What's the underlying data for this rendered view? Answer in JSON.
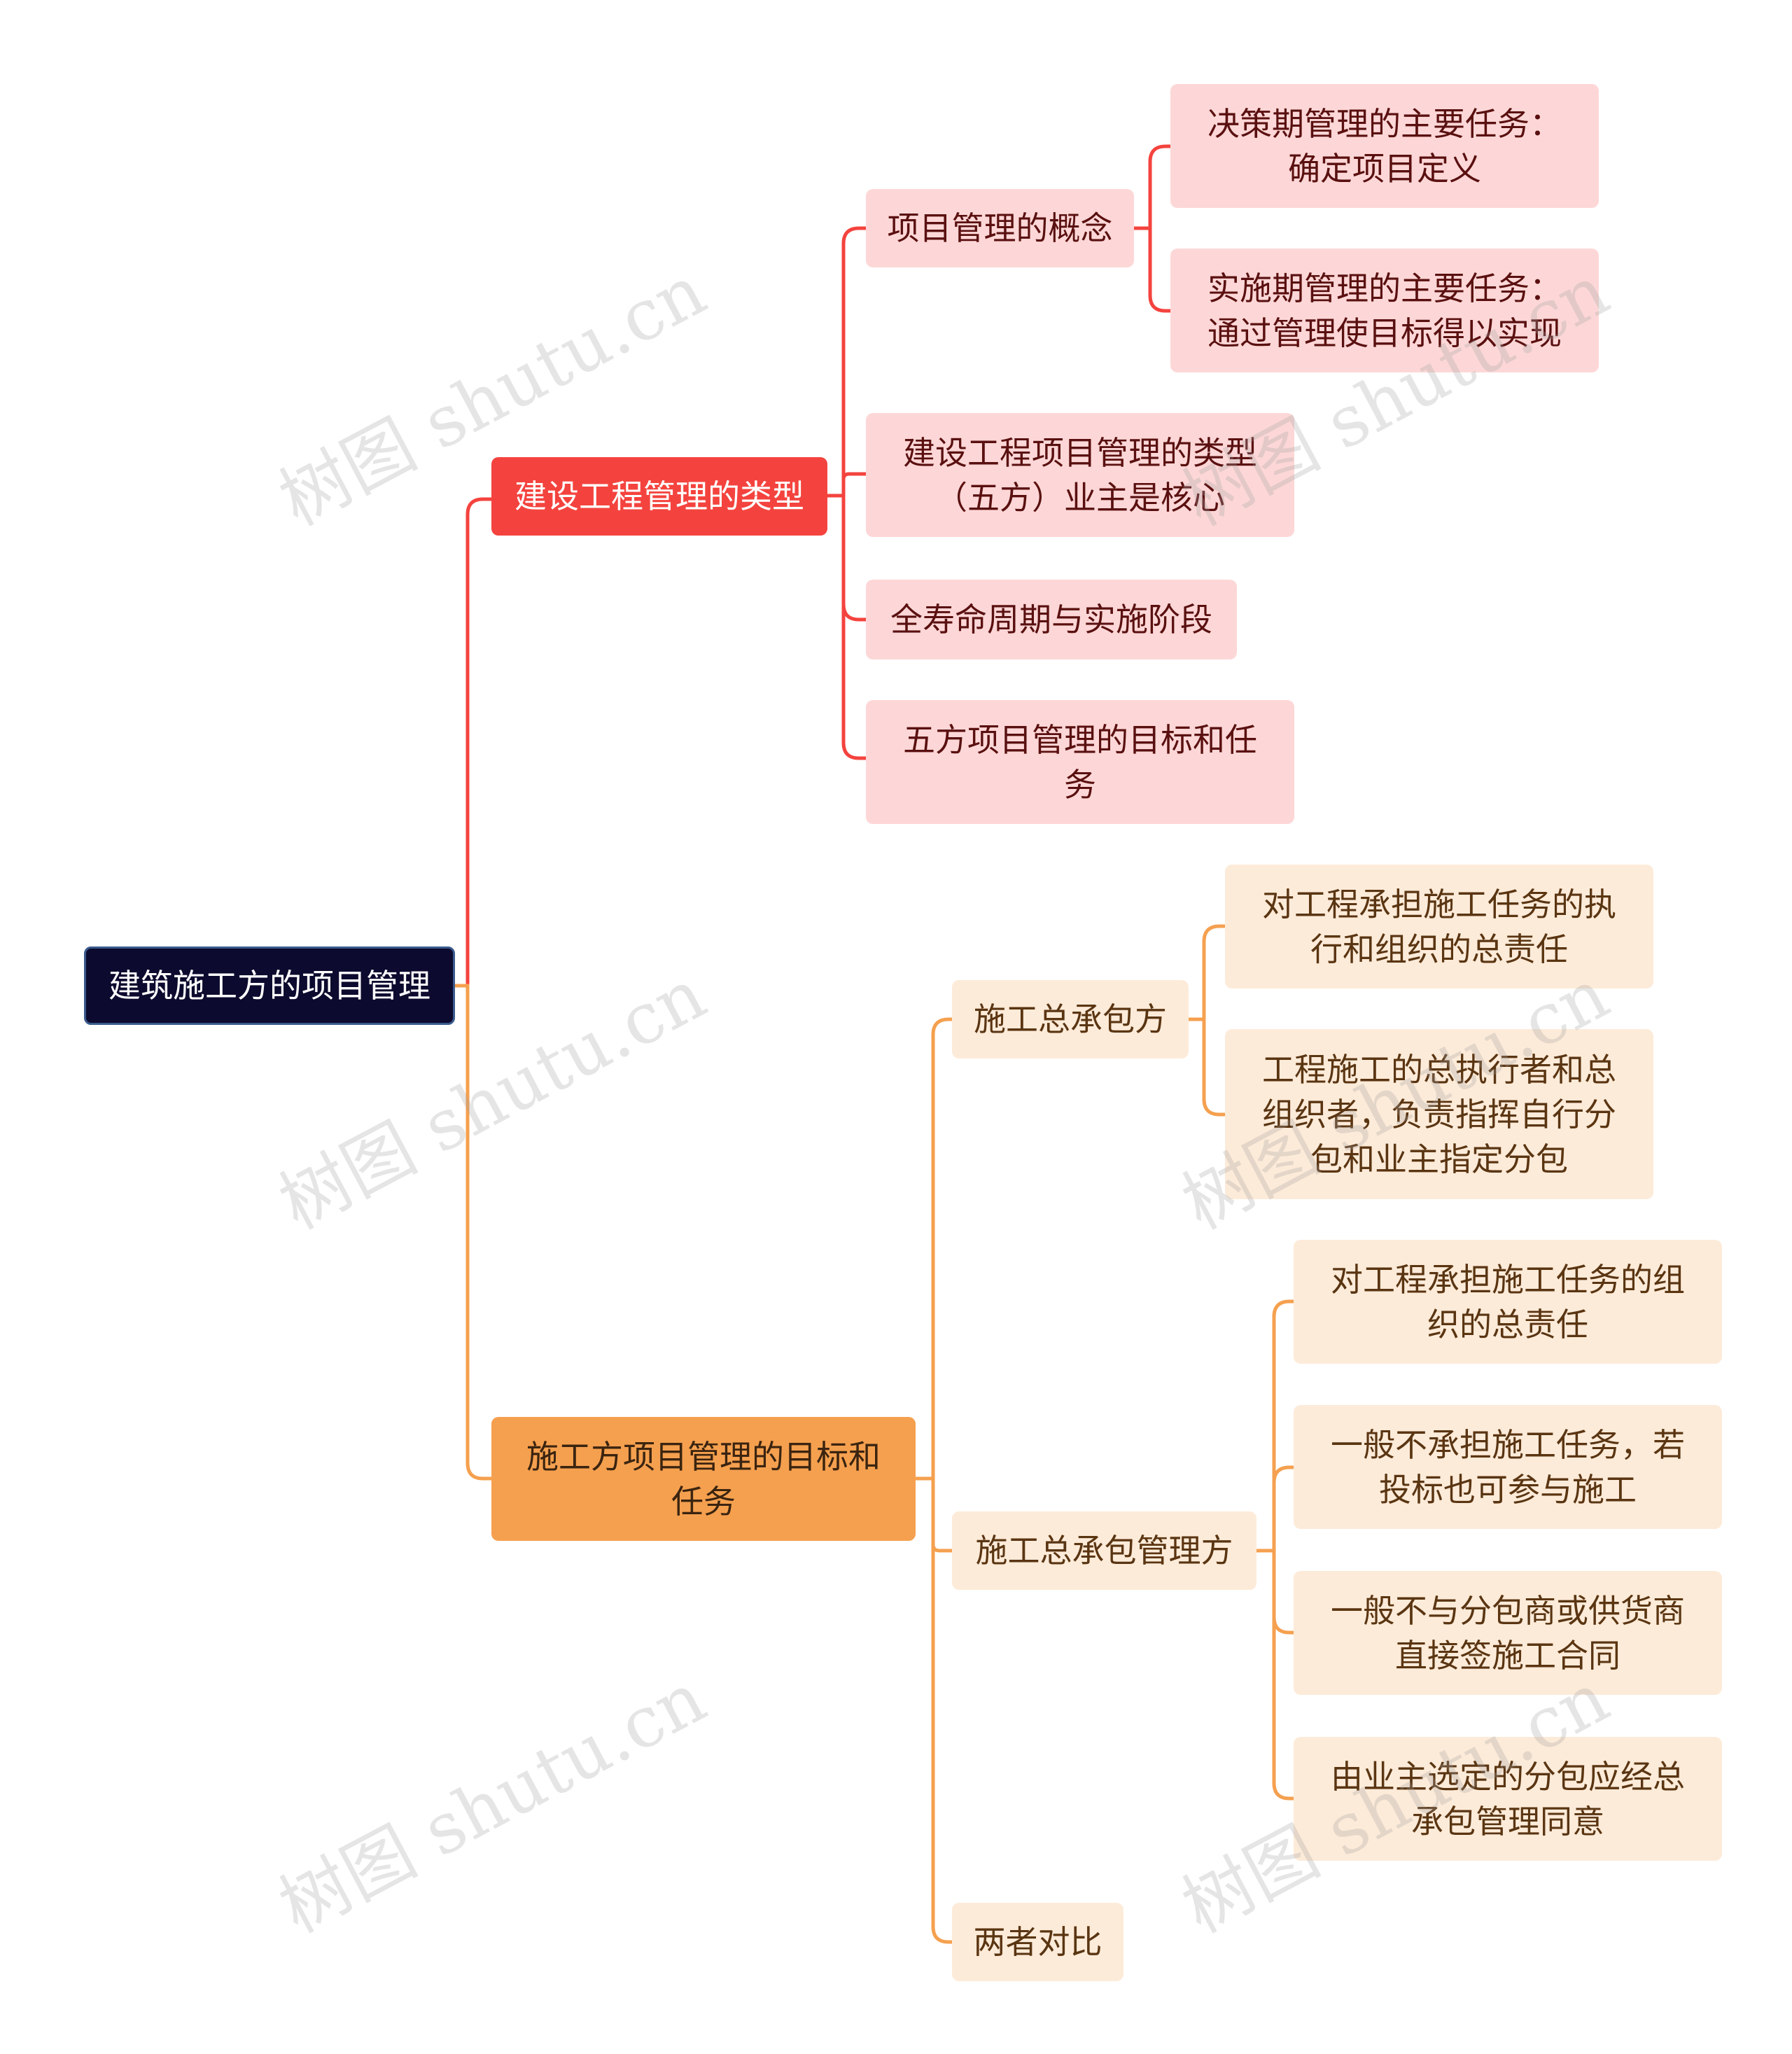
{
  "watermark": "树图 shutu.cn",
  "colors": {
    "root_bg": "#0c0a2e",
    "branch1": "#f4433e",
    "branch2": "#f5a04f",
    "branch1_child_bg": "#fdd7d7",
    "branch2_child_bg": "#fdebd9"
  },
  "root": {
    "label": "建筑施工方的项目管理"
  },
  "branches": [
    {
      "label": "建设工程管理的类型",
      "children": [
        {
          "label": "项目管理的概念",
          "children": [
            {
              "label": "决策期管理的主要任务：\n确定项目定义"
            },
            {
              "label": "实施期管理的主要任务：\n通过管理使目标得以实现"
            }
          ]
        },
        {
          "label": "建设工程项目管理的类型\n（五方）业主是核心"
        },
        {
          "label": "全寿命周期与实施阶段"
        },
        {
          "label": "五方项目管理的目标和任\n务"
        }
      ]
    },
    {
      "label": "施工方项目管理的目标和\n任务",
      "children": [
        {
          "label": "施工总承包方",
          "children": [
            {
              "label": "对工程承担施工任务的执\n行和组织的总责任"
            },
            {
              "label": "工程施工的总执行者和总\n组织者，负责指挥自行分\n包和业主指定分包"
            }
          ]
        },
        {
          "label": "施工总承包管理方",
          "children": [
            {
              "label": "对工程承担施工任务的组\n织的总责任"
            },
            {
              "label": "一般不承担施工任务，若\n投标也可参与施工"
            },
            {
              "label": "一般不与分包商或供货商\n直接签施工合同"
            },
            {
              "label": "由业主选定的分包应经总\n承包管理同意"
            }
          ]
        },
        {
          "label": "两者对比"
        }
      ]
    }
  ]
}
